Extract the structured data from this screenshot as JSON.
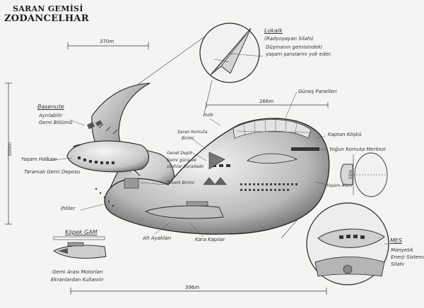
{
  "title": "SARAN GEMİSİ",
  "subtitle": "ZODANCELHAR",
  "dimensions": {
    "top_width": "370m",
    "body_width": "266m",
    "bottom_width": "396m",
    "left_height": "300m",
    "detail_height": "50m"
  },
  "labels": {
    "lokalk": "Lokalk",
    "lokalk_sub": "(Radyoyayan Silahı)",
    "lokalk_desc1": "Düşmanın gemisindeki",
    "lokalk_desc2": "yaşam şanslarını yok eder.",
    "gunes_panelleri": "Güneş Panelleri",
    "basenute": "Basenute",
    "basenute_sub1": "Ayrılabilir",
    "basenute_sub2": "Gemi Bölümü",
    "yasam_halkasi": "Yaşam Halkası",
    "taramali_gemi": "Taramalı Gemi Deposu",
    "ihtiler": "İhtiler",
    "kaptan_kosku": "Kaptan Köşkü",
    "saran_komuta": "Saran Komuta",
    "saran_komuta_sub": "Birimi",
    "genel_depo": "Genel Depo",
    "genel_depo_sub1": "Gemi gücü ve",
    "genel_depo_sub2": "silahlar buradadır",
    "yogun_komuta": "Yoğun Komuta Merkezi",
    "yasam_alani": "Yaşam Alanı",
    "tekerk": "Tekerk Birimi",
    "hatl": "Hatlı",
    "alt_ayaklar": "Alt Ayakları",
    "kara_kaplar": "Kara Kapılar",
    "kopek_gam": "Köpek GAM",
    "gam_desc1": "Gemi Arası Motorları",
    "gam_desc2": "Ekranlardan Kullanılır",
    "mes": "MES",
    "mes_sub1": "Manyetik",
    "mes_sub2": "Enerji Sistemi",
    "mes_sub3": "Silahı"
  }
}
